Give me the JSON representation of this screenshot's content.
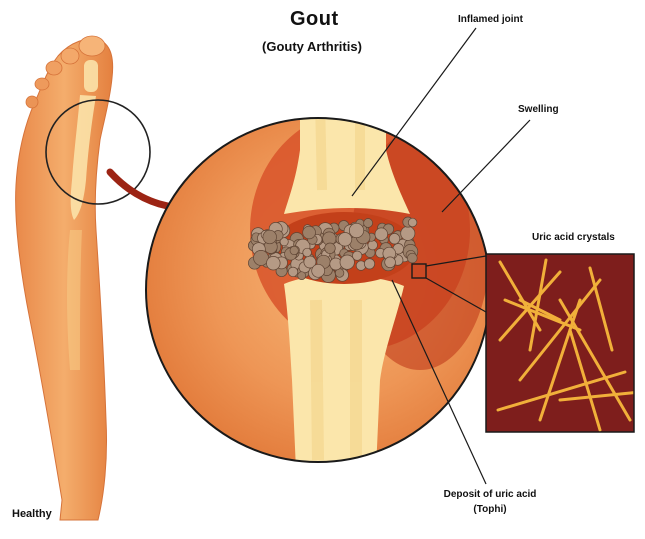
{
  "title": "Gout",
  "subtitle": "(Gouty Arthritis)",
  "labels": {
    "inflamed_joint": "Inflamed joint",
    "swelling": "Swelling",
    "uric_acid_crystals": "Uric acid crystals",
    "deposit_line1": "Deposit of uric acid",
    "deposit_line2": "(Tophi)",
    "healthy": "Healthy"
  },
  "colors": {
    "skin": "#f3a766",
    "skin_dark": "#e07a3c",
    "bone": "#fbe7ad",
    "inflamed": "#c8461e",
    "crystal_bg": "#7e1e1c",
    "crystal": "#f1b03a",
    "tophi": "#b59a85",
    "arrow": "#9c2414"
  }
}
